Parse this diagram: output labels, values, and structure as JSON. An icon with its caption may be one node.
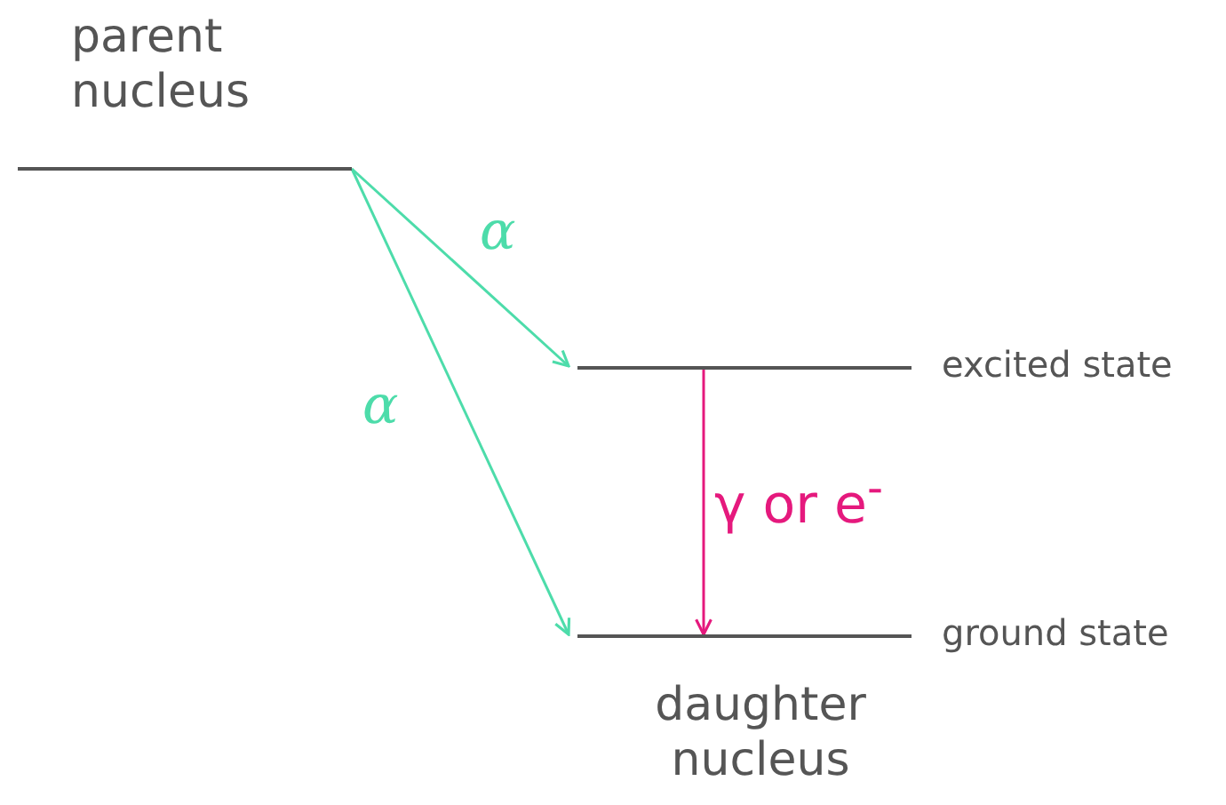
{
  "diagram": {
    "nodes": [
      {
        "text": [],
        "shape": "bar",
        "beside": [
          "parent nucleus"
        ]
      },
      {
        "text": [],
        "shape": "bar",
        "beside": [
          "excited state"
        ]
      },
      {
        "text": [],
        "shape": "bar",
        "beside": [
          "ground state",
          "daughter nucleus"
        ]
      }
    ],
    "edges": [
      {
        "from": 0,
        "to": 1,
        "arrow": "to",
        "label": "α"
      },
      {
        "from": 0,
        "to": 2,
        "arrow": "to",
        "label": "α"
      },
      {
        "from": 1,
        "to": 2,
        "arrow": "to",
        "label": "γ or e$^{-}$",
        "color": "#e5197d"
      }
    ]
  }
}
